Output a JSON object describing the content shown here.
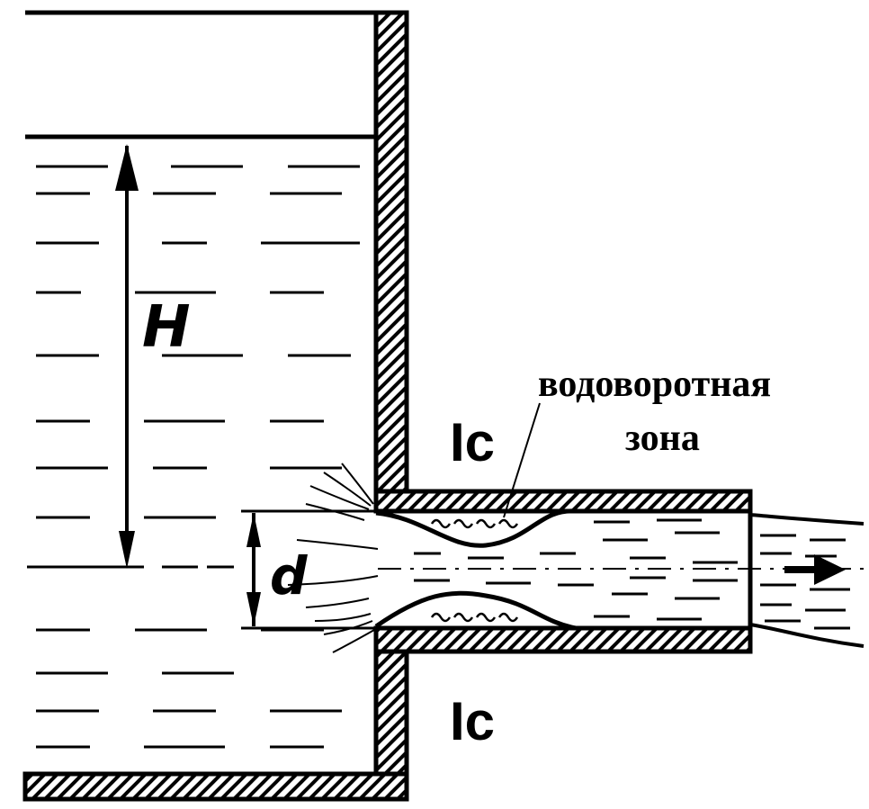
{
  "labels": {
    "head": "H",
    "diameter": "d",
    "section_top": "Ic",
    "section_bottom": "Ic",
    "zone_line1": "водоворотная",
    "zone_line2": "зона"
  },
  "colors": {
    "ink": "#000000",
    "paper": "#ffffff"
  }
}
